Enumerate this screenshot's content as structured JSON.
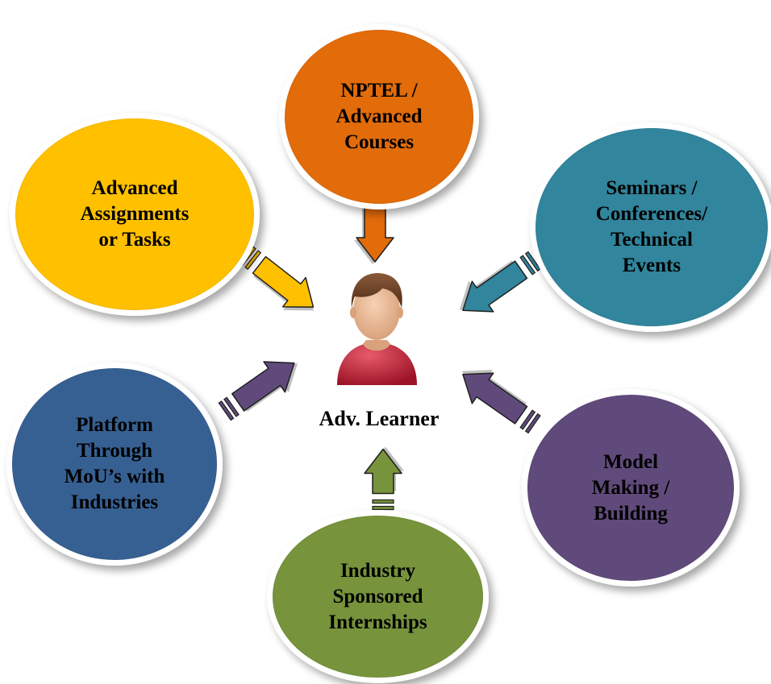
{
  "center": {
    "label": "Adv. Learner",
    "icon": "person-icon"
  },
  "nodes": {
    "nptel": {
      "label": "NPTEL /\nAdvanced\nCourses",
      "color": "#E26B0A"
    },
    "assign": {
      "label": "Advanced\nAssignments\nor Tasks",
      "color": "#FFC000"
    },
    "seminar": {
      "label": "Seminars /\nConferences/\nTechnical\nEvents",
      "color": "#31859C"
    },
    "platform": {
      "label": "Platform\nThrough\nMoU’s with\nIndustries",
      "color": "#376092"
    },
    "model": {
      "label": "Model\nMaking /\nBuilding",
      "color": "#604A7B"
    },
    "industry": {
      "label": "Industry\nSponsored\nInternships",
      "color": "#77933C"
    }
  },
  "arrows": [
    {
      "from": "nptel",
      "color": "#E26B0A"
    },
    {
      "from": "assign",
      "color": "#FFC000"
    },
    {
      "from": "seminar",
      "color": "#31859C"
    },
    {
      "from": "platform",
      "color": "#604A7B"
    },
    {
      "from": "model",
      "color": "#604A7B"
    },
    {
      "from": "industry",
      "color": "#77933C"
    }
  ]
}
